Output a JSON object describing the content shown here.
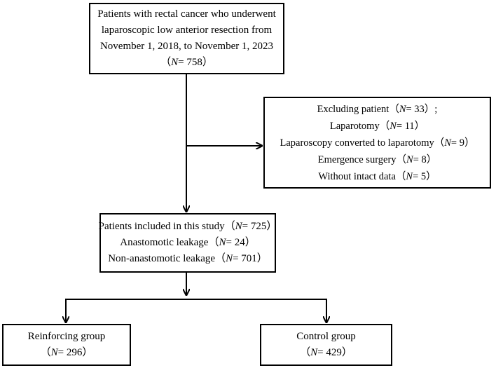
{
  "boxes": {
    "top": {
      "lines": [
        "Patients with rectal cancer who underwent",
        "laparoscopic low anterior resection from",
        "November 1, 2018, to November 1, 2023"
      ],
      "n_prefix": "（",
      "n_symbol": "N",
      "n_value": "= 758）"
    },
    "exclude": {
      "title_text": "Excluding patient（",
      "title_symbol": "N",
      "title_value": "= 33）;",
      "items": [
        {
          "text": "Laparotomy（",
          "symbol": "N",
          "value": "= 11）"
        },
        {
          "text": "Laparoscopy converted to laparotomy（",
          "symbol": "N",
          "value": "= 9）"
        },
        {
          "text": "Emergence surgery（",
          "symbol": "N",
          "value": "= 8）"
        },
        {
          "text": "Without intact data（",
          "symbol": "N",
          "value": "= 5）"
        }
      ]
    },
    "included": {
      "title_text": "Patients included in this study（",
      "title_symbol": "N",
      "title_value": "= 725）",
      "items": [
        {
          "text": "Anastomotic leakage（",
          "symbol": "N",
          "value": "= 24）"
        },
        {
          "text": "Non-anastomotic leakage（",
          "symbol": "N",
          "value": "= 701）"
        }
      ]
    },
    "reinforcing": {
      "label": "Reinforcing group",
      "n_prefix": "（",
      "n_symbol": "N",
      "n_value": "= 296）"
    },
    "control": {
      "label": "Control group",
      "n_prefix": "（",
      "n_symbol": "N",
      "n_value": "= 429）"
    }
  },
  "colors": {
    "line": "#000000",
    "text": "#000000",
    "background": "#ffffff"
  }
}
